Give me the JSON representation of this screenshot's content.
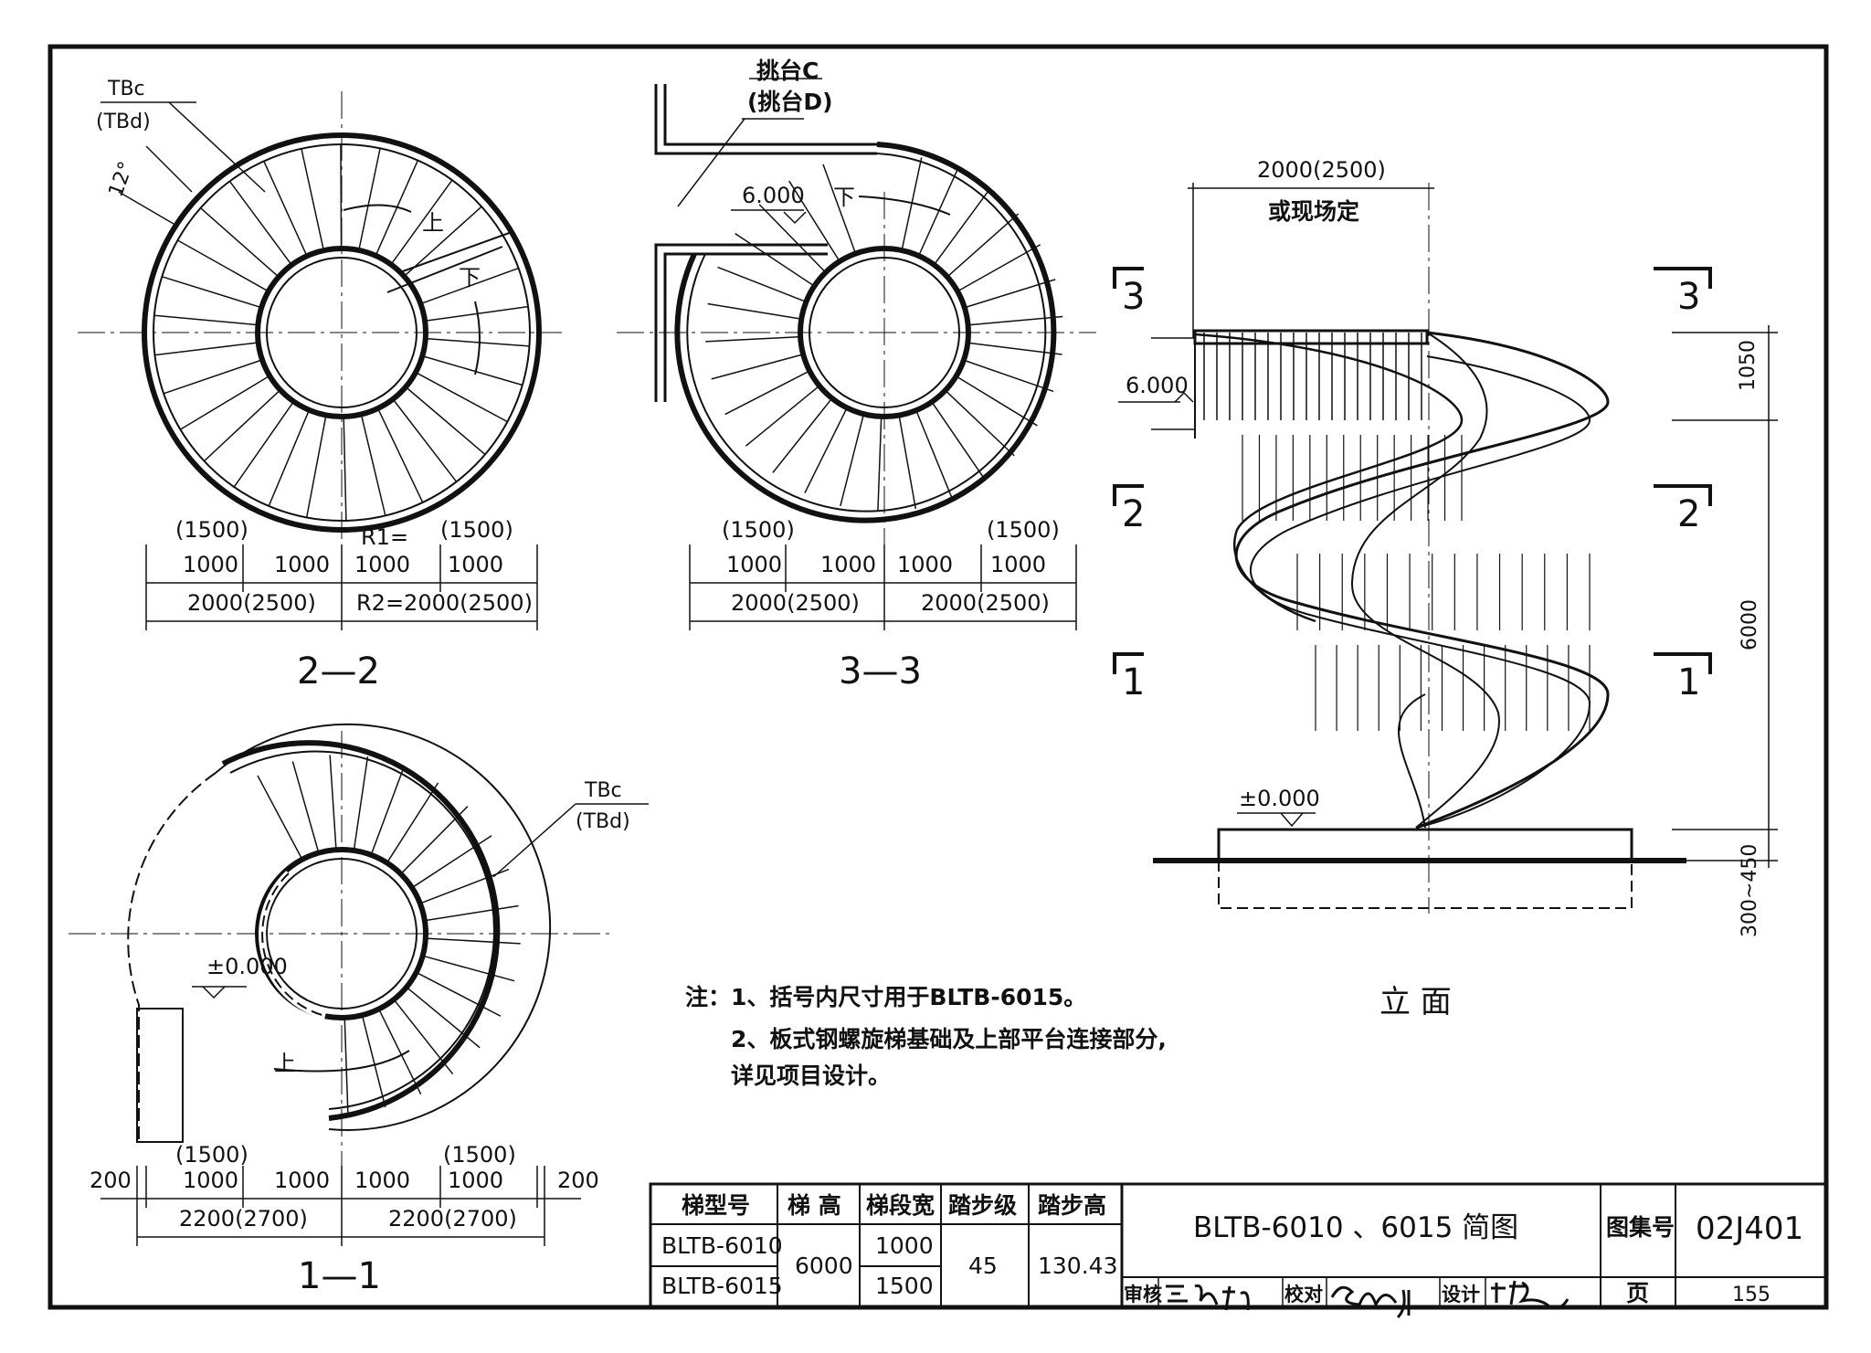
{
  "sheet": {
    "atlas_no_label": "图集号",
    "atlas_no": "02J401",
    "page_label": "页",
    "page_no": "155",
    "title": "BLTB-6010 、6015 简图",
    "review_label": "审核",
    "check_label": "校对",
    "design_label": "设计"
  },
  "section_2_2": {
    "caption": "2—2",
    "tb": "TBc",
    "tb_alt": "(TBd)",
    "angle": "12°",
    "up": "上",
    "down": "下",
    "dims_top_alt": [
      "(1500)",
      "(1500)"
    ],
    "dims_top": [
      "1000",
      "1000",
      "1000",
      "1000"
    ],
    "r1": "R1=",
    "dims_bottom": [
      "2000(2500)",
      "R2=2000(2500)"
    ]
  },
  "section_3_3": {
    "caption": "3—3",
    "platform": "挑台C",
    "platform_alt": "(挑台D)",
    "level": "6.000",
    "down": "下",
    "dims_top_alt": [
      "(1500)",
      "(1500)"
    ],
    "dims_top": [
      "1000",
      "1000",
      "1000",
      "1000"
    ],
    "dims_bottom": [
      "2000(2500)",
      "2000(2500)"
    ]
  },
  "section_1_1": {
    "caption": "1—1",
    "tb": "TBc",
    "tb_alt": "(TBd)",
    "level": "±0.000",
    "up": "上",
    "dims_edge": [
      "200",
      "200"
    ],
    "dims_top_alt": [
      "(1500)",
      "(1500)"
    ],
    "dims_top": [
      "1000",
      "1000",
      "1000",
      "1000"
    ],
    "dims_bottom": [
      "2200(2700)",
      "2200(2700)"
    ]
  },
  "elevation": {
    "caption": "立  面",
    "width_dim": "2000(2500)",
    "width_note": "或现场定",
    "level_top": "6.000",
    "level_ground": "±0.000",
    "dim_rail": "1050",
    "dim_height": "6000",
    "dim_found": "300~450",
    "cut_labels": [
      "3",
      "2",
      "1"
    ]
  },
  "notes": [
    "注：1、括号内尺寸用于BLTB-6015。",
    "2、板式钢螺旋梯基础及上部平台连接部分,",
    "详见项目设计。"
  ],
  "table": {
    "headers": [
      "梯型号",
      "梯  高",
      "梯段宽",
      "踏步级",
      "踏步高"
    ],
    "models": [
      "BLTB-6010",
      "BLTB-6015"
    ],
    "height": "6000",
    "widths": [
      "1000",
      "1500"
    ],
    "steps": "45",
    "riser": "130.43"
  }
}
